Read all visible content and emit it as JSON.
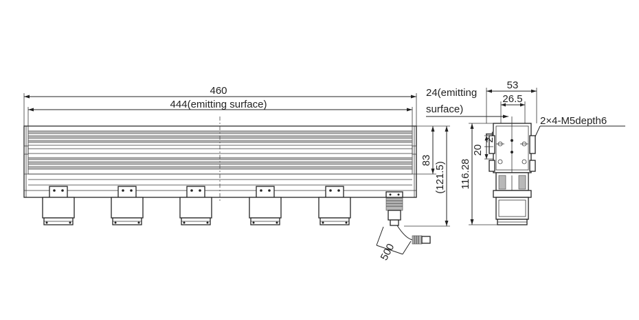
{
  "dimensions": {
    "total_length": "460",
    "emitting_length": "444(emitting surface)",
    "height_83": "83",
    "height_121_5": "(121.5)",
    "emitting_width_line1": "24(emitting",
    "emitting_width_line2": "surface)",
    "side_width": "53",
    "hole_spacing": "26.5",
    "screw_holes": "2×4-M5depth6",
    "hole_v1": "20",
    "hole_v2": "21",
    "side_height": "116.28",
    "cable_length": "500"
  }
}
